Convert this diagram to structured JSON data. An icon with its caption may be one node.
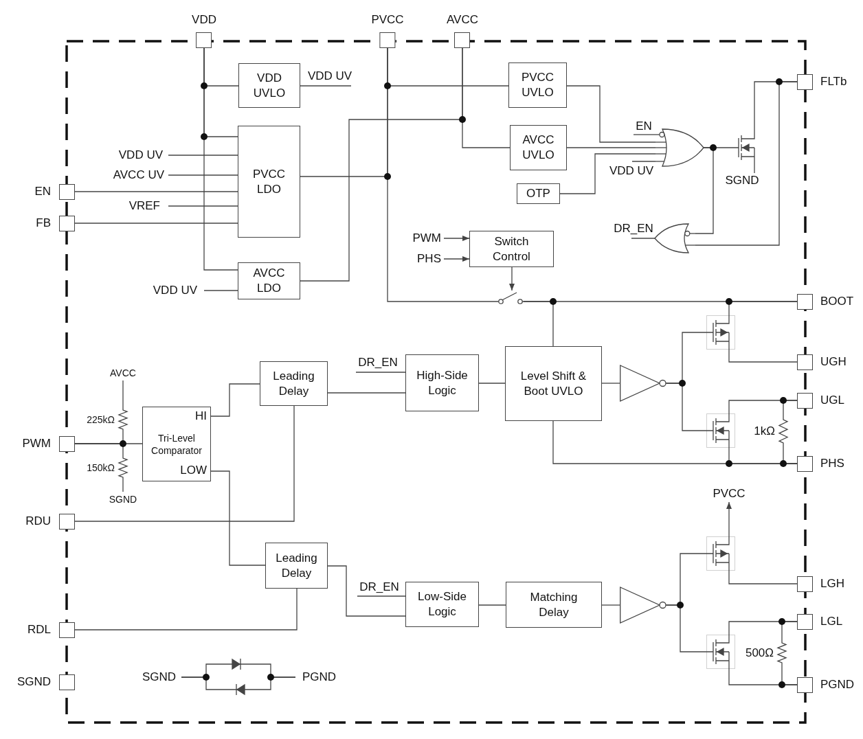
{
  "diagram": {
    "nodes": [
      {
        "text": [
          "VDD"
        ]
      },
      {
        "text": [
          "PVCC"
        ]
      },
      {
        "text": [
          "AVCC"
        ]
      },
      {
        "text": [
          "VDD UVLO"
        ]
      },
      {
        "text": [
          "VDD UV"
        ]
      },
      {
        "text": [
          "PVCC UVLO"
        ]
      },
      {
        "text": [
          "FLTb"
        ]
      },
      {
        "text": [
          "EN"
        ]
      },
      {
        "text": [
          "AVCC UVLO"
        ]
      },
      {
        "text": [],
        "shape": "gate"
      },
      {
        "text": [],
        "shape": "transistor"
      },
      {
        "text": [
          "SGND"
        ]
      },
      {
        "text": [
          "VDD UV"
        ]
      },
      {
        "text": [
          "VDD UV"
        ]
      },
      {
        "text": [
          "AVCC UV"
        ]
      },
      {
        "text": [
          "PVCC LDO"
        ]
      },
      {
        "text": [
          "EN"
        ]
      },
      {
        "text": [
          "OTP"
        ]
      },
      {
        "text": [
          "VREF"
        ]
      },
      {
        "text": [
          "FB"
        ]
      },
      {
        "text": [
          "DR_EN"
        ]
      },
      {
        "text": [],
        "shape": "gate"
      },
      {
        "text": [
          "PWM"
        ]
      },
      {
        "text": [
          "Switch Control"
        ]
      },
      {
        "text": [
          "PHS"
        ]
      },
      {
        "text": [
          "AVCC LDO"
        ]
      },
      {
        "text": [
          "VDD UV"
        ]
      },
      {
        "text": [],
        "shape": "switch"
      },
      {
        "text": [
          "BOOT"
        ]
      },
      {
        "text": [],
        "shape": "transistor"
      },
      {
        "text": [
          "Leading Delay"
        ]
      },
      {
        "text": [
          "DR_EN"
        ]
      },
      {
        "text": [
          "High-Side Logic"
        ]
      },
      {
        "text": [
          "Level Shift & Boot UVLO"
        ]
      },
      {
        "text": [],
        "shape": "triangle"
      },
      {
        "text": [
          "UGH"
        ]
      },
      {
        "text": [
          "AVCC"
        ]
      },
      {
        "text": [],
        "shape": "resistor",
        "beside": [
          "225kΩ"
        ]
      },
      {
        "text": [
          "HI",
          "Tri-Level Comparator",
          "LOW"
        ]
      },
      {
        "text": [
          "PWM"
        ]
      },
      {
        "text": [],
        "shape": "transistor"
      },
      {
        "text": [
          "UGL"
        ]
      },
      {
        "text": [],
        "shape": "resistor",
        "beside": [
          "1kΩ"
        ]
      },
      {
        "text": [],
        "shape": "resistor",
        "beside": [
          "150kΩ"
        ]
      },
      {
        "text": [
          "PHS"
        ]
      },
      {
        "text": [
          "SGND"
        ]
      },
      {
        "text": [
          "PVCC"
        ]
      },
      {
        "text": [
          "RDU"
        ]
      },
      {
        "text": [],
        "shape": "transistor"
      },
      {
        "text": [
          "Leading Delay"
        ]
      },
      {
        "text": [
          "LGH"
        ]
      },
      {
        "text": [
          "DR_EN"
        ]
      },
      {
        "text": [
          "Low-Side Logic"
        ]
      },
      {
        "text": [
          "Matching Delay"
        ]
      },
      {
        "text": [],
        "shape": "triangle"
      },
      {
        "text": [
          "LGL"
        ]
      },
      {
        "text": [
          "RDL"
        ]
      },
      {
        "text": [],
        "shape": "transistor"
      },
      {
        "text": [],
        "shape": "resistor",
        "beside": [
          "500Ω"
        ]
      },
      {
        "text": [
          "SGND"
        ]
      },
      {
        "text": [],
        "shape": "diode"
      },
      {
        "text": [],
        "shape": "diode"
      },
      {
        "text": [
          "PGND"
        ]
      },
      {
        "text": [
          "SGND"
        ]
      },
      {
        "text": [
          "PGND"
        ]
      }
    ],
    "edges": [
      {
        "from": 0,
        "to": 3,
        "arrow": "none"
      },
      {
        "from": 0,
        "to": 15,
        "arrow": "none"
      },
      {
        "from": 0,
        "to": 25,
        "arrow": "none"
      },
      {
        "from": 3,
        "to": 4,
        "arrow": "none"
      },
      {
        "from": 15,
        "to": 1,
        "arrow": "none"
      },
      {
        "from": 1,
        "to": 5,
        "arrow": "none"
      },
      {
        "from": 1,
        "to": 27,
        "arrow": "none"
      },
      {
        "from": 25,
        "to": 2,
        "arrow": "none"
      },
      {
        "from": 2,
        "to": 8,
        "arrow": "none"
      },
      {
        "from": 13,
        "to": 15,
        "arrow": "none"
      },
      {
        "from": 14,
        "to": 15,
        "arrow": "none"
      },
      {
        "from": 16,
        "to": 15,
        "arrow": "none"
      },
      {
        "from": 18,
        "to": 15,
        "arrow": "none"
      },
      {
        "from": 19,
        "to": 15,
        "arrow": "none"
      },
      {
        "from": 26,
        "to": 25,
        "arrow": "none"
      },
      {
        "from": 5,
        "to": 9,
        "arrow": "none"
      },
      {
        "from": 7,
        "to": 9,
        "arrow": "none"
      },
      {
        "from": 8,
        "to": 9,
        "arrow": "none"
      },
      {
        "from": 17,
        "to": 9,
        "arrow": "none"
      },
      {
        "from": 12,
        "to": 9,
        "arrow": "none"
      },
      {
        "from": 9,
        "to": 10,
        "arrow": "none"
      },
      {
        "from": 10,
        "to": 6,
        "arrow": "none"
      },
      {
        "from": 10,
        "to": 11,
        "arrow": "none"
      },
      {
        "from": 9,
        "to": 21,
        "arrow": "none"
      },
      {
        "from": 6,
        "to": 21,
        "arrow": "none"
      },
      {
        "from": 21,
        "to": 20,
        "arrow": "none"
      },
      {
        "from": 22,
        "to": 23,
        "arrow": "to"
      },
      {
        "from": 24,
        "to": 23,
        "arrow": "to"
      },
      {
        "from": 23,
        "to": 27,
        "arrow": "to"
      },
      {
        "from": 27,
        "to": 28,
        "arrow": "none"
      },
      {
        "from": 27,
        "to": 33,
        "arrow": "none"
      },
      {
        "from": 28,
        "to": 29,
        "arrow": "none"
      },
      {
        "from": 29,
        "to": 35,
        "arrow": "none"
      },
      {
        "from": 38,
        "to": 30,
        "arrow": "none"
      },
      {
        "from": 47,
        "to": 30,
        "arrow": "none"
      },
      {
        "from": 30,
        "to": 32,
        "arrow": "none"
      },
      {
        "from": 31,
        "to": 32,
        "arrow": "none"
      },
      {
        "from": 32,
        "to": 33,
        "arrow": "none"
      },
      {
        "from": 33,
        "to": 34,
        "arrow": "none"
      },
      {
        "from": 34,
        "to": 29,
        "arrow": "none"
      },
      {
        "from": 34,
        "to": 40,
        "arrow": "none"
      },
      {
        "from": 40,
        "to": 41,
        "arrow": "none"
      },
      {
        "from": 40,
        "to": 44,
        "arrow": "none"
      },
      {
        "from": 33,
        "to": 44,
        "arrow": "none"
      },
      {
        "from": 41,
        "to": 42,
        "arrow": "none"
      },
      {
        "from": 42,
        "to": 44,
        "arrow": "none"
      },
      {
        "from": 36,
        "to": 37,
        "arrow": "none"
      },
      {
        "from": 39,
        "to": 38,
        "arrow": "none"
      },
      {
        "from": 37,
        "to": 39,
        "arrow": "none"
      },
      {
        "from": 43,
        "to": 39,
        "arrow": "none"
      },
      {
        "from": 43,
        "to": 45,
        "arrow": "none"
      },
      {
        "from": 38,
        "to": 49,
        "arrow": "none"
      },
      {
        "from": 56,
        "to": 49,
        "arrow": "none"
      },
      {
        "from": 49,
        "to": 52,
        "arrow": "none"
      },
      {
        "from": 51,
        "to": 52,
        "arrow": "none"
      },
      {
        "from": 52,
        "to": 53,
        "arrow": "none"
      },
      {
        "from": 53,
        "to": 54,
        "arrow": "none"
      },
      {
        "from": 54,
        "to": 48,
        "arrow": "none"
      },
      {
        "from": 54,
        "to": 57,
        "arrow": "none"
      },
      {
        "from": 48,
        "to": 46,
        "arrow": "to"
      },
      {
        "from": 48,
        "to": 50,
        "arrow": "none"
      },
      {
        "from": 57,
        "to": 55,
        "arrow": "none"
      },
      {
        "from": 57,
        "to": 64,
        "arrow": "none"
      },
      {
        "from": 55,
        "to": 58,
        "arrow": "none"
      },
      {
        "from": 58,
        "to": 64,
        "arrow": "none"
      },
      {
        "from": 59,
        "to": 60,
        "arrow": "none"
      },
      {
        "from": 59,
        "to": 61,
        "arrow": "none"
      },
      {
        "from": 60,
        "to": 62,
        "arrow": "none"
      },
      {
        "from": 61,
        "to": 62,
        "arrow": "none"
      }
    ]
  }
}
